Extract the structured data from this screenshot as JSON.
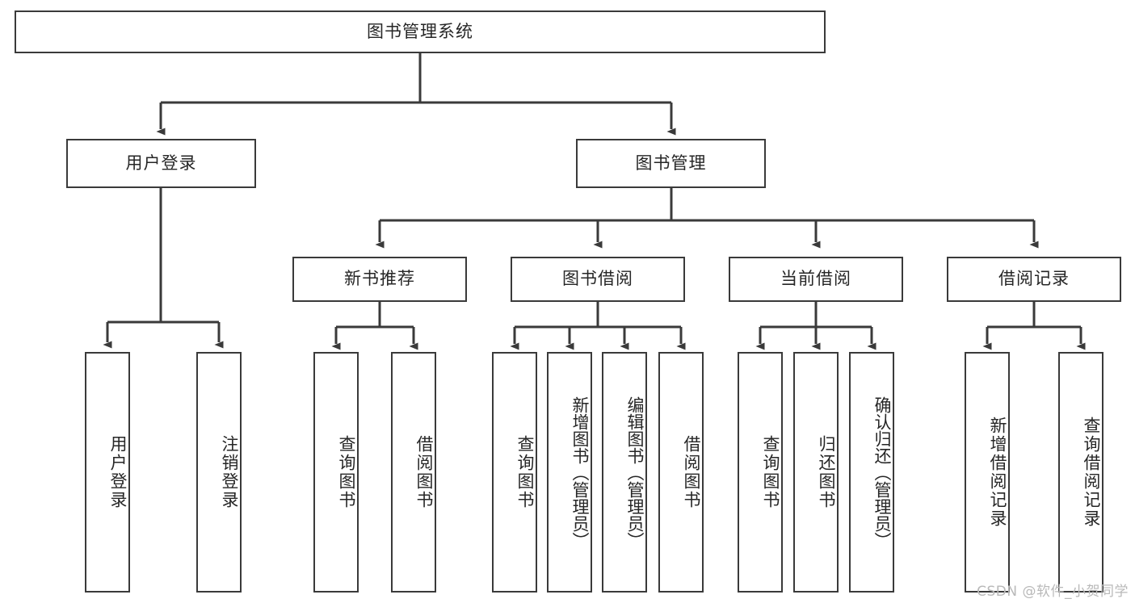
{
  "diagram": {
    "title": "图书管理系统",
    "type": "tree-hierarchy-diagram",
    "colors": {
      "box_border": "#3a3a3a",
      "box_fill": "#ffffff",
      "connector": "#3a3a3a",
      "text": "#262626",
      "watermark": "#b9b9b9",
      "background": "#ffffff"
    },
    "root": {
      "label": "图书管理系统"
    },
    "level2": [
      {
        "label": "用户登录"
      },
      {
        "label": "图书管理"
      }
    ],
    "level3": [
      {
        "label": "新书推荐"
      },
      {
        "label": "图书借阅"
      },
      {
        "label": "当前借阅"
      },
      {
        "label": "借阅记录"
      }
    ],
    "leaves": {
      "user_login": [
        {
          "label": "用户登录"
        },
        {
          "label": "注销登录"
        }
      ],
      "new_book_recommend": [
        {
          "label": "查询图书"
        },
        {
          "label": "借阅图书"
        }
      ],
      "book_borrow": [
        {
          "label": "查询图书"
        },
        {
          "label": "新增图书（管理员）"
        },
        {
          "label": "编辑图书（管理员）"
        },
        {
          "label": "借阅图书"
        }
      ],
      "current_borrow": [
        {
          "label": "查询图书"
        },
        {
          "label": "归还图书"
        },
        {
          "label": "确认归还（管理员）"
        }
      ],
      "borrow_record": [
        {
          "label": "新增借阅记录"
        },
        {
          "label": "查询借阅记录"
        }
      ]
    }
  },
  "watermark": {
    "text": "CSDN @软件_小贺同学"
  }
}
